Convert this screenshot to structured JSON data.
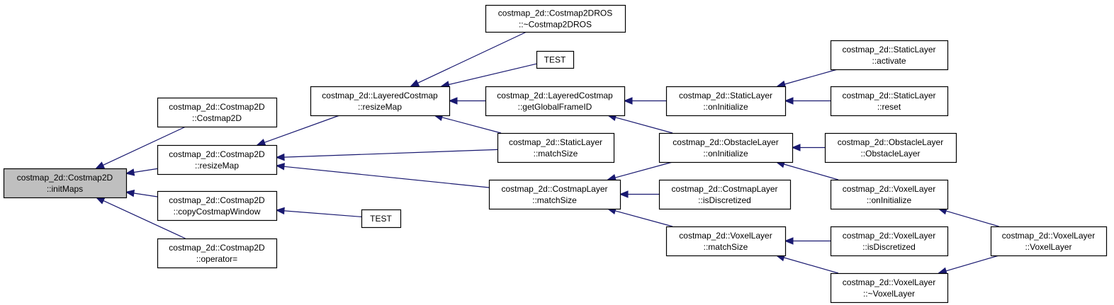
{
  "colors": {
    "edge": "#191970",
    "root_fill": "#bfbfbf",
    "node_fill": "#ffffff",
    "node_border": "#000000"
  },
  "nodes": [
    {
      "id": "initMaps",
      "lines": [
        "costmap_2d::Costmap2D",
        "::initMaps"
      ],
      "root": true
    },
    {
      "id": "c2d_ctor",
      "lines": [
        "costmap_2d::Costmap2D",
        "::Costmap2D"
      ]
    },
    {
      "id": "c2d_resizeMap",
      "lines": [
        "costmap_2d::Costmap2D",
        "::resizeMap"
      ]
    },
    {
      "id": "c2d_copy",
      "lines": [
        "costmap_2d::Costmap2D",
        "::copyCostmapWindow"
      ]
    },
    {
      "id": "c2d_op",
      "lines": [
        "costmap_2d::Costmap2D",
        "::operator="
      ]
    },
    {
      "id": "lc_resizeMap",
      "lines": [
        "costmap_2d::LayeredCostmap",
        "::resizeMap"
      ]
    },
    {
      "id": "test_copy",
      "lines": [
        "TEST"
      ]
    },
    {
      "id": "c2dros_dtor",
      "lines": [
        "costmap_2d::Costmap2DROS",
        "::~Costmap2DROS"
      ]
    },
    {
      "id": "test_top",
      "lines": [
        "TEST"
      ]
    },
    {
      "id": "lc_getGlobal",
      "lines": [
        "costmap_2d::LayeredCostmap",
        "::getGlobalFrameID"
      ]
    },
    {
      "id": "sl_matchSize",
      "lines": [
        "costmap_2d::StaticLayer",
        "::matchSize"
      ]
    },
    {
      "id": "cl_matchSize",
      "lines": [
        "costmap_2d::CostmapLayer",
        "::matchSize"
      ]
    },
    {
      "id": "sl_onInit",
      "lines": [
        "costmap_2d::StaticLayer",
        "::onInitialize"
      ]
    },
    {
      "id": "ol_onInit",
      "lines": [
        "costmap_2d::ObstacleLayer",
        "::onInitialize"
      ]
    },
    {
      "id": "cl_isDisc",
      "lines": [
        "costmap_2d::CostmapLayer",
        "::isDiscretized"
      ]
    },
    {
      "id": "vl_matchSize",
      "lines": [
        "costmap_2d::VoxelLayer",
        "::matchSize"
      ]
    },
    {
      "id": "sl_activate",
      "lines": [
        "costmap_2d::StaticLayer",
        "::activate"
      ]
    },
    {
      "id": "sl_reset",
      "lines": [
        "costmap_2d::StaticLayer",
        "::reset"
      ]
    },
    {
      "id": "ol_ctor",
      "lines": [
        "costmap_2d::ObstacleLayer",
        "::ObstacleLayer"
      ]
    },
    {
      "id": "vl_onInit",
      "lines": [
        "costmap_2d::VoxelLayer",
        "::onInitialize"
      ]
    },
    {
      "id": "vl_isDisc",
      "lines": [
        "costmap_2d::VoxelLayer",
        "::isDiscretized"
      ]
    },
    {
      "id": "vl_dtor",
      "lines": [
        "costmap_2d::VoxelLayer",
        "::~VoxelLayer"
      ]
    },
    {
      "id": "vl_ctor",
      "lines": [
        "costmap_2d::VoxelLayer",
        "::VoxelLayer"
      ]
    }
  ],
  "edges": [
    [
      "c2d_ctor",
      "initMaps"
    ],
    [
      "c2d_resizeMap",
      "initMaps"
    ],
    [
      "c2d_copy",
      "initMaps"
    ],
    [
      "c2d_op",
      "initMaps"
    ],
    [
      "lc_resizeMap",
      "c2d_resizeMap"
    ],
    [
      "sl_matchSize",
      "c2d_resizeMap"
    ],
    [
      "cl_matchSize",
      "c2d_resizeMap"
    ],
    [
      "test_copy",
      "c2d_copy"
    ],
    [
      "c2dros_dtor",
      "lc_resizeMap"
    ],
    [
      "test_top",
      "lc_resizeMap"
    ],
    [
      "lc_getGlobal",
      "lc_resizeMap"
    ],
    [
      "sl_matchSize",
      "lc_resizeMap"
    ],
    [
      "sl_onInit",
      "lc_getGlobal"
    ],
    [
      "ol_onInit",
      "lc_getGlobal"
    ],
    [
      "ol_onInit",
      "cl_matchSize"
    ],
    [
      "cl_isDisc",
      "cl_matchSize"
    ],
    [
      "vl_matchSize",
      "cl_matchSize"
    ],
    [
      "sl_activate",
      "sl_onInit"
    ],
    [
      "sl_reset",
      "sl_onInit"
    ],
    [
      "ol_ctor",
      "ol_onInit"
    ],
    [
      "vl_onInit",
      "ol_onInit"
    ],
    [
      "vl_isDisc",
      "vl_matchSize"
    ],
    [
      "vl_dtor",
      "vl_matchSize"
    ],
    [
      "vl_ctor",
      "vl_onInit"
    ],
    [
      "vl_ctor",
      "vl_dtor"
    ]
  ]
}
